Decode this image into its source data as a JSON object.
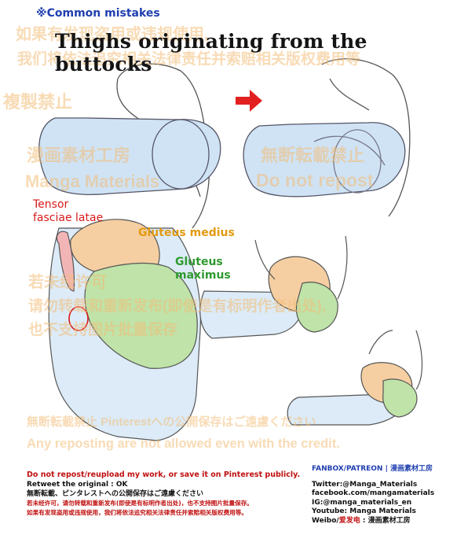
{
  "header": {
    "note": "※Common mistakes",
    "title": "Thighs originating from the buttocks"
  },
  "labels": {
    "tensor_line1": "Tensor",
    "tensor_line2": "fasciae latae",
    "gluteus_medius": "Gluteus medius",
    "gluteus_maximus_line1": "Gluteus",
    "gluteus_maximus_line2": "maximus"
  },
  "watermarks": {
    "cn_top_1": "如果有发现盗用或违规使用,",
    "cn_top_2": "我们将依法追究相关法律责任并索赔相关版权费用等",
    "jp_1": "複製禁止",
    "jp_2": "無断転載禁止",
    "brand_cn": "漫画素材工房",
    "brand_en": "Manga Materials",
    "do_not_repost": "Do not repost",
    "cn_mid_1": "若未经许可",
    "cn_mid_2": "请勿转载和重新发布(即使是有标明作者出处),",
    "cn_mid_3": "也不支持图片批量保存",
    "jp_pinterest": "無断転載禁止 Pinterestへの公開保存はご遠慮ください",
    "en_bottom": "Any reposting are not allowed even with the credit."
  },
  "footer": {
    "line1": "Do not repost/reupload my work, or save it on Pinterest publicly.",
    "line2": "Retweet the original : OK",
    "line3": "無断転載、ピンタレストへの公開保存はご遠慮ください",
    "line4": "若未经许可，请勿转载和重新发布(即使是有标明作者出处)，也不支持图片批量保存。",
    "line5": "如果有发现盗用或违规使用，我们将依法追究相关法律责任并索赔相关版权费用等。",
    "fanbox": "FANBOX/PATREON | 漫画素材工房",
    "twitter": "Twitter:@Manga_Materials",
    "facebook": "facebook.com/mangamaterials",
    "ig": "IG:@manga_materials_en",
    "youtube": "Youtube: Manga Materials",
    "weibo_prefix": "Weibo/",
    "weibo_red": "爱发电",
    "weibo_suffix": " : 漫画素材工房"
  },
  "colors": {
    "note_blue": "#1f3fb0",
    "arrow_red": "#e22020",
    "tensor_red": "#d81a1a",
    "medius_orange": "#e39a10",
    "maximus_green": "#2f9a2f",
    "thigh_blue": "#cfe3f5",
    "muscle_green": "#bfe3a8",
    "muscle_orange": "#f5cfa2",
    "muscle_pink": "#f2b5b5",
    "watermark": "#f3be78"
  },
  "icons": {
    "arrow": "red-right-arrow-icon"
  }
}
